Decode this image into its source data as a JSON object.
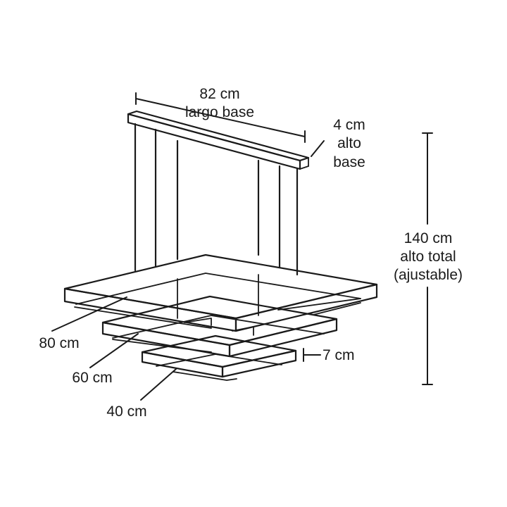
{
  "dimensions": {
    "base_length": {
      "value": "82 cm",
      "caption": "largo base"
    },
    "base_height": {
      "value": "4 cm",
      "caption_1": "alto",
      "caption_2": "base"
    },
    "total_height": {
      "value": "140 cm",
      "caption_1": "alto total",
      "caption_2": "(ajustable)"
    },
    "frame_height": {
      "value": "7 cm"
    },
    "frames": [
      {
        "size": "80 cm"
      },
      {
        "size": "60 cm"
      },
      {
        "size": "40 cm"
      }
    ]
  }
}
